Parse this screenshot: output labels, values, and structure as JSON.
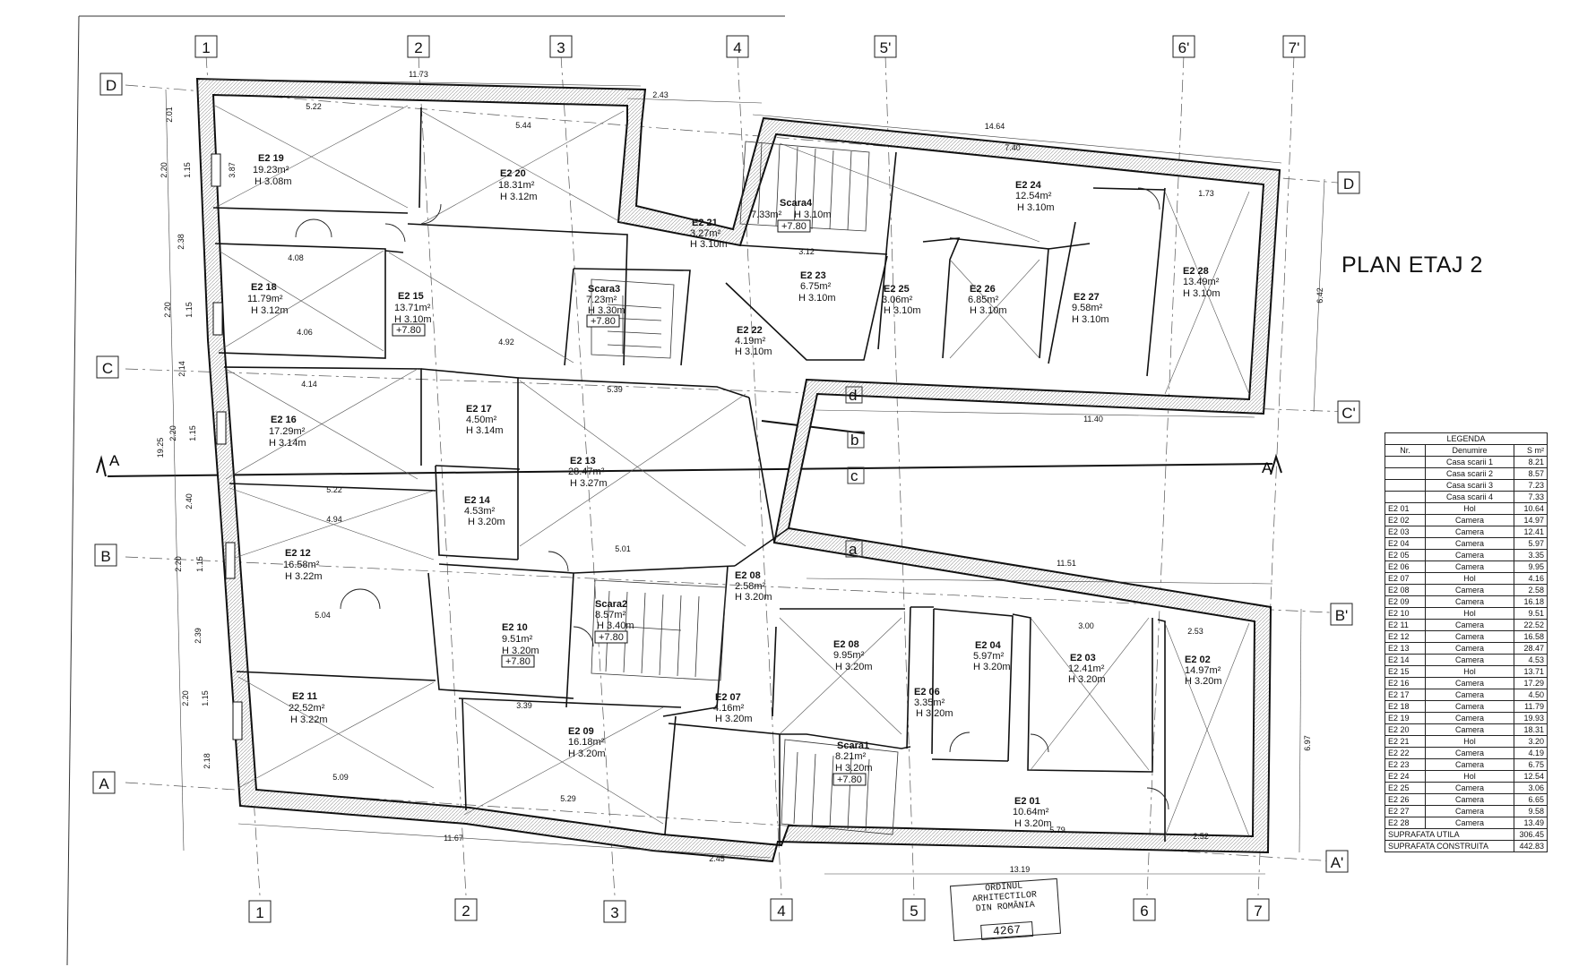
{
  "plan_title": "PLAN ETAJ 2",
  "grid_labels": {
    "top": [
      "1",
      "2",
      "3",
      "4",
      "5'",
      "6'",
      "7'"
    ],
    "bottom": [
      "1",
      "2",
      "3",
      "4",
      "5",
      "6",
      "7"
    ],
    "left": [
      "D",
      "C",
      "B",
      "A"
    ],
    "right": [
      "D",
      "C'",
      "B'",
      "A'"
    ],
    "section": [
      "A",
      "A"
    ],
    "diag": [
      "d",
      "b",
      "c",
      "a"
    ]
  },
  "rooms": {
    "E2_19": {
      "name": "E2 19",
      "area": "19.23m²",
      "height": "H 3.08m"
    },
    "E2_20": {
      "name": "E2 20",
      "area": "18.31m²",
      "height": "H 3.12m"
    },
    "E2_21": {
      "name": "E2 21",
      "area": "3.27m²",
      "height": "H 3.10m"
    },
    "E2_18": {
      "name": "E2 18",
      "area": "11.79m²",
      "height": "H 3.12m"
    },
    "E2_15": {
      "name": "E2 15",
      "area": "13.71m²",
      "height": "H 3.10m",
      "level": "+7.80"
    },
    "Scara3": {
      "name": "Scara3",
      "area": "7.23m²",
      "height": "H 3.30m",
      "level": "+7.80"
    },
    "Scara4": {
      "name": "Scara4",
      "area": "7.33m²",
      "height": "H 3.10m",
      "level": "+7.80"
    },
    "E2_23": {
      "name": "E2 23",
      "area": "6.75m²",
      "height": "H 3.10m"
    },
    "E2_22": {
      "name": "E2 22",
      "area": "4.19m²",
      "height": "H 3.10m"
    },
    "E2_24": {
      "name": "E2 24",
      "area": "12.54m²",
      "height": "H 3.10m"
    },
    "E2_25": {
      "name": "E2 25",
      "area": "3.06m²",
      "height": "H 3.10m"
    },
    "E2_26": {
      "name": "E2 26",
      "area": "6.85m²",
      "height": "H 3.10m"
    },
    "E2_27": {
      "name": "E2 27",
      "area": "9.58m²",
      "height": "H 3.10m"
    },
    "E2_28": {
      "name": "E2 28",
      "area": "13.49m²",
      "height": "H 3.10m"
    },
    "E2_16": {
      "name": "E2 16",
      "area": "17.29m²",
      "height": "H 3.14m"
    },
    "E2_17": {
      "name": "E2 17",
      "area": "4.50m²",
      "height": "H 3.14m"
    },
    "E2_13": {
      "name": "E2 13",
      "area": "28.47m²",
      "height": "H 3.27m"
    },
    "E2_14": {
      "name": "E2 14",
      "area": "4.53m²",
      "height": "H 3.20m"
    },
    "E2_12": {
      "name": "E2 12",
      "area": "16.58m²",
      "height": "H 3.22m"
    },
    "E2_10": {
      "name": "E2 10",
      "area": "9.51m²",
      "height": "H 3.20m",
      "level": "+7.80"
    },
    "Scara2": {
      "name": "Scara2",
      "area": "8.57m²",
      "height": "H 3.40m",
      "level": "+7.80"
    },
    "E2_08a": {
      "name": "E2 08",
      "area": "2.58m²",
      "height": "H 3.20m"
    },
    "E2_08b": {
      "name": "E2 08",
      "area": "9.95m²",
      "height": "H 3.20m"
    },
    "E2_06": {
      "name": "E2 06",
      "area": "3.35m²",
      "height": "H 3.20m"
    },
    "E2_04": {
      "name": "E2 04",
      "area": "5.97m²",
      "height": "H 3.20m"
    },
    "E2_03": {
      "name": "E2 03",
      "area": "12.41m²",
      "height": "H 3.20m"
    },
    "E2_02": {
      "name": "E2 02",
      "area": "14.97m²",
      "height": "H 3.20m"
    },
    "E2_11": {
      "name": "E2 11",
      "area": "22.52m²",
      "height": "H 3.22m"
    },
    "E2_09": {
      "name": "E2 09",
      "area": "16.18m²",
      "height": "H 3.20m"
    },
    "E2_07": {
      "name": "E2 07",
      "area": "4.16m²",
      "height": "H 3.20m"
    },
    "Scara1": {
      "name": "Scara1",
      "area": "8.21m²",
      "height": "H 3.20m",
      "level": "+7.80"
    },
    "E2_01": {
      "name": "E2 01",
      "area": "10.64m²",
      "height": "H 3.20m"
    }
  },
  "dimensions": {
    "top_total": "11.73",
    "top_right_total": "14.64",
    "top_offset": "2.43",
    "right_total": "6.42",
    "right_lower": "6.97",
    "bottom_left": "11.67",
    "bottom_offset": "2.45",
    "bottom_right": "13.19",
    "left_total": "19.25",
    "middle_right": "11.40",
    "middle_b": "11.51",
    "left_segments": [
      "2.01",
      "2.20",
      "1.15",
      "2.38",
      "2.20",
      "1.15",
      "2.14",
      "2.20",
      "1.15",
      "2.40",
      "2.20",
      "1.15",
      "2.39",
      "2.20",
      "1.15",
      "2.18"
    ],
    "r19_w": "5.22",
    "r20_w": "5.44",
    "r19_d": "3.87",
    "r18_w": "4.08",
    "r18_w2": "4.06",
    "r16_w": "4.14",
    "r13_w": "5.39",
    "r12_w": "5.22",
    "r12_w2": "4.94",
    "r13_w2": "5.01",
    "r11_w": "5.04",
    "r11_w2": "5.09",
    "r09_w": "3.39",
    "r09_w2": "5.29",
    "r24_w": "7.40",
    "r28_w": "1.73",
    "r23_w": "3.12",
    "r15_w": "4.92",
    "r01_w": "5.79",
    "r02_w": "2.52",
    "r03_w": "3.00",
    "r02_w2": "2.53"
  },
  "stamp": {
    "line1": "ORDINUL ARHITECTILOR",
    "line2": "DIN ROMÂNIA",
    "number": "4267"
  },
  "legend": {
    "title": "LEGENDA",
    "headers": [
      "Nr.",
      "Denumire",
      "S m²"
    ],
    "rows": [
      [
        "",
        "Casa scarii 1",
        "8.21"
      ],
      [
        "",
        "Casa scarii 2",
        "8.57"
      ],
      [
        "",
        "Casa scarii 3",
        "7.23"
      ],
      [
        "",
        "Casa scarii 4",
        "7.33"
      ],
      [
        "E2 01",
        "Hol",
        "10.64"
      ],
      [
        "E2 02",
        "Camera",
        "14.97"
      ],
      [
        "E2 03",
        "Camera",
        "12.41"
      ],
      [
        "E2 04",
        "Camera",
        "5.97"
      ],
      [
        "E2 05",
        "Camera",
        "3.35"
      ],
      [
        "E2 06",
        "Camera",
        "9.95"
      ],
      [
        "E2 07",
        "Hol",
        "4.16"
      ],
      [
        "E2 08",
        "Camera",
        "2.58"
      ],
      [
        "E2 09",
        "Camera",
        "16.18"
      ],
      [
        "E2 10",
        "Hol",
        "9.51"
      ],
      [
        "E2 11",
        "Camera",
        "22.52"
      ],
      [
        "E2 12",
        "Camera",
        "16.58"
      ],
      [
        "E2 13",
        "Camera",
        "28.47"
      ],
      [
        "E2 14",
        "Camera",
        "4.53"
      ],
      [
        "E2 15",
        "Hol",
        "13.71"
      ],
      [
        "E2 16",
        "Camera",
        "17.29"
      ],
      [
        "E2 17",
        "Camera",
        "4.50"
      ],
      [
        "E2 18",
        "Camera",
        "11.79"
      ],
      [
        "E2 19",
        "Camera",
        "19.93"
      ],
      [
        "E2 20",
        "Camera",
        "18.31"
      ],
      [
        "E2 21",
        "Hol",
        "3.20"
      ],
      [
        "E2 22",
        "Camera",
        "4.19"
      ],
      [
        "E2 23",
        "Camera",
        "6.75"
      ],
      [
        "E2 24",
        "Hol",
        "12.54"
      ],
      [
        "E2 25",
        "Camera",
        "3.06"
      ],
      [
        "E2 26",
        "Camera",
        "6.65"
      ],
      [
        "E2 27",
        "Camera",
        "9.58"
      ],
      [
        "E2 28",
        "Camera",
        "13.49"
      ]
    ],
    "footer": [
      [
        "SUPRAFATA UTILA",
        "306.45"
      ],
      [
        "SUPRAFATA CONSTRUITA",
        "442.83"
      ]
    ]
  }
}
